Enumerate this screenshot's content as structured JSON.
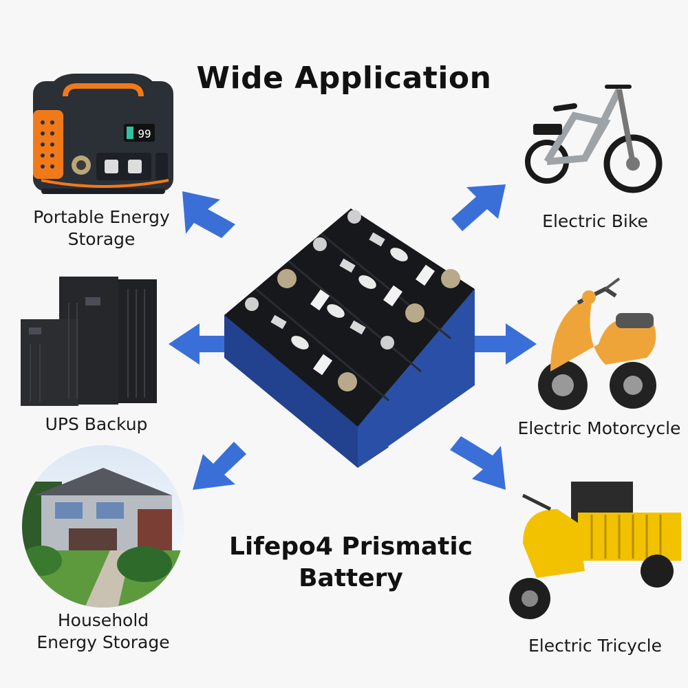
{
  "title": "Wide Application",
  "center_label": [
    "Lifepo4 Prismatic",
    "Battery"
  ],
  "applications": [
    {
      "id": "portable",
      "lines": [
        "Portable Energy",
        "Storage"
      ]
    },
    {
      "id": "ups",
      "lines": [
        "UPS Backup"
      ]
    },
    {
      "id": "household",
      "lines": [
        "Household",
        "Energy Storage"
      ]
    },
    {
      "id": "bike",
      "lines": [
        "Electric Bike"
      ]
    },
    {
      "id": "motorcycle",
      "lines": [
        "Electric Motorcycle"
      ]
    },
    {
      "id": "tricycle",
      "lines": [
        "Electric Tricycle"
      ]
    }
  ],
  "battery_display": "99",
  "colors": {
    "arrow": "#3a6fd8",
    "battery": "#2a4fa6",
    "accent_orange": "#f07a1a",
    "tricycle_yellow": "#f2c200"
  }
}
